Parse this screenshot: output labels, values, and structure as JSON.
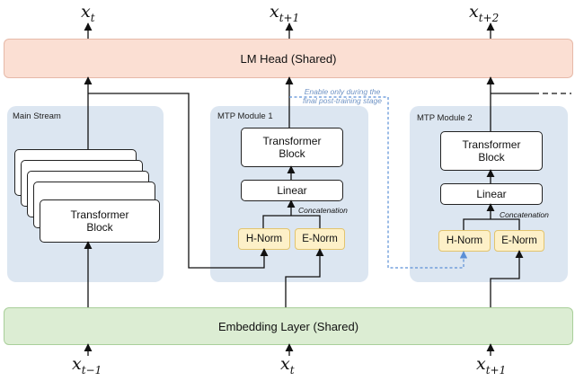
{
  "outputs": {
    "o1": {
      "base": "x",
      "sub": "t"
    },
    "o2": {
      "base": "x",
      "sub": "t+1"
    },
    "o3": {
      "base": "x",
      "sub": "t+2"
    }
  },
  "inputs": {
    "i1": {
      "base": "x",
      "sub": "t−1"
    },
    "i2": {
      "base": "x",
      "sub": "t"
    },
    "i3": {
      "base": "x",
      "sub": "t+1"
    }
  },
  "lm_head": "LM Head (Shared)",
  "embedding": "Embedding Layer (Shared)",
  "main_stream": {
    "title": "Main Stream",
    "block_line1": "Transformer",
    "block_line2": "Block"
  },
  "mtp1": {
    "title": "MTP Module 1",
    "block_line1": "Transformer",
    "block_line2": "Block",
    "linear": "Linear",
    "concat": "Concatenation",
    "hnorm": "H-Norm",
    "enorm": "E-Norm"
  },
  "mtp2": {
    "title": "MTP Module 2",
    "block_line1": "Transformer",
    "block_line2": "Block",
    "linear": "Linear",
    "concat": "Concatenation",
    "hnorm": "H-Norm",
    "enorm": "E-Norm"
  },
  "dashed_note": {
    "line1": "Enable only during the",
    "line2": "final post-training stage"
  }
}
